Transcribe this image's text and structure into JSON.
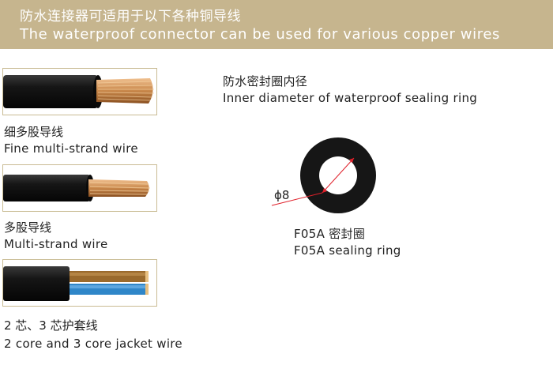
{
  "header": {
    "title_cn": "防水连接器可适用于以下各种铜导线",
    "title_en": "The waterproof connector can be used for various copper wires"
  },
  "wires": [
    {
      "label_cn": "细多股导线",
      "label_en": "Fine multi-strand wire"
    },
    {
      "label_cn": "多股导线",
      "label_en": "Multi-strand wire"
    },
    {
      "label_cn": "2 芯、3 芯护套线",
      "label_en": "2 core and 3 core jacket wire"
    }
  ],
  "sealing_ring": {
    "title_cn": "防水密封圈内径",
    "title_en": "Inner diameter of waterproof sealing ring",
    "dimension_label": "ϕ8",
    "model_cn": "F05A 密封圈",
    "model_en": "F05A sealing ring"
  },
  "colors": {
    "banner": "#c6b58e",
    "frame": "#c9bb93",
    "copper": "#c8874a",
    "jacket": "#141414",
    "dimension": "#e0202a",
    "core_brown": "#9a6a2c",
    "core_blue": "#2f86c8"
  }
}
